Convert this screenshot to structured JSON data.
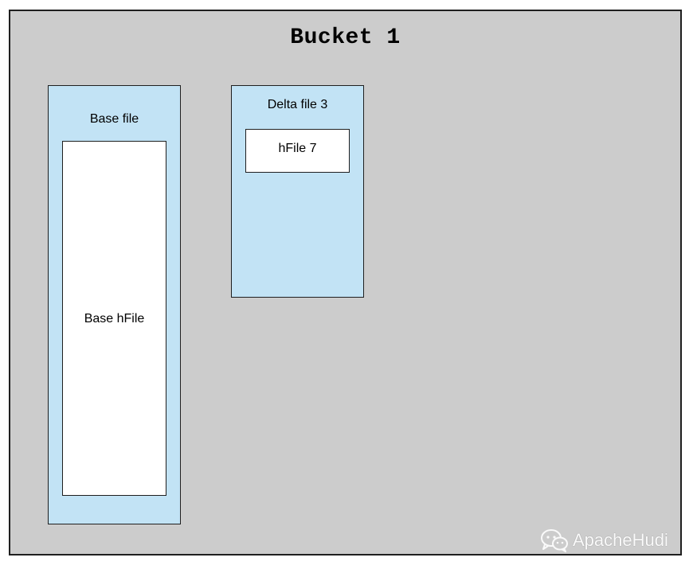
{
  "bucket": {
    "title": "Bucket 1"
  },
  "base_file": {
    "label": "Base file",
    "hfile": {
      "label": "Base hFile"
    }
  },
  "delta_file": {
    "label": "Delta file 3",
    "hfile": {
      "label": "hFile 7"
    }
  },
  "watermark": {
    "icon": "wechat-icon",
    "text": "ApacheHudi"
  },
  "colors": {
    "bucket_fill": "#cccccc",
    "file_fill": "#c2e3f5",
    "hfile_fill": "#ffffff",
    "border": "#1f1f1f"
  }
}
